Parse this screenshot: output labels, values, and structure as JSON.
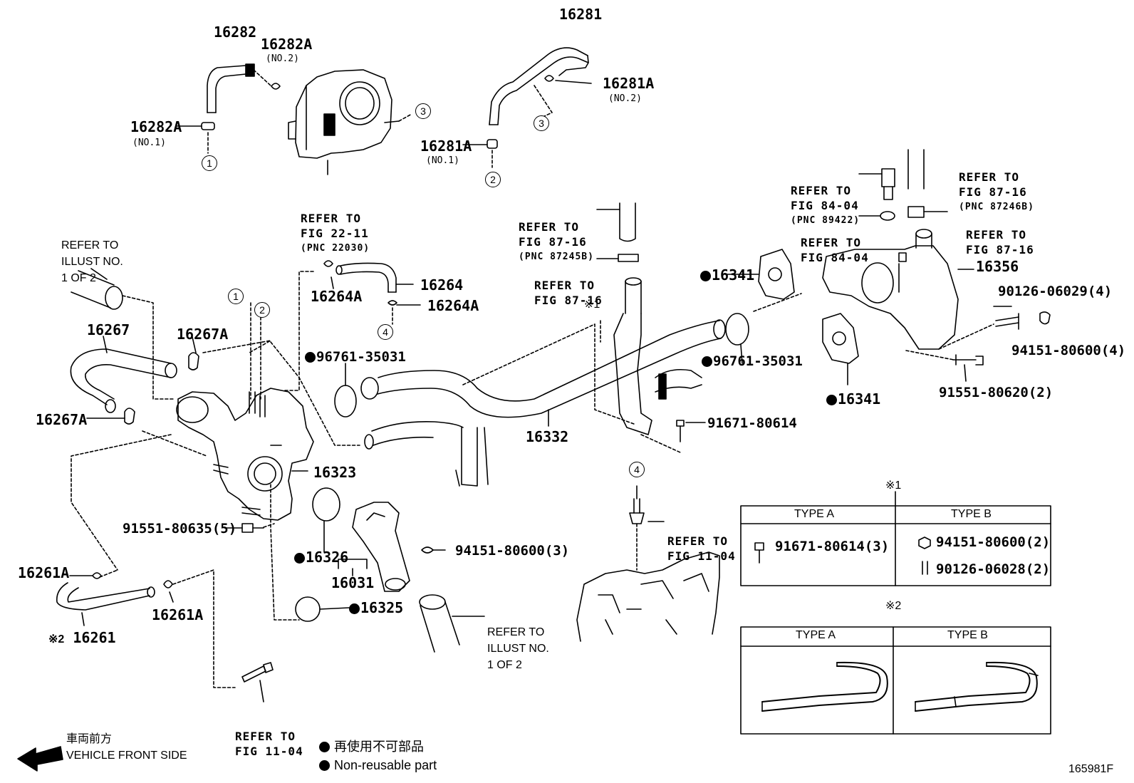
{
  "figure_id": "165981F",
  "legend": {
    "front_side_jp": "車両前方",
    "front_side_en": "VEHICLE FRONT SIDE",
    "non_reusable_jp": "再使用不可部品",
    "non_reusable_en": "Non-reusable part"
  },
  "parts": {
    "p16282": "16282",
    "p16282A_top": "16282A",
    "p16282A_top_sub": "(NO.2)",
    "p16282A_left": "16282A",
    "p16282A_left_sub": "(NO.1)",
    "p16281": "16281",
    "p16281A_right": "16281A",
    "p16281A_right_sub": "(NO.2)",
    "p16281A_left": "16281A",
    "p16281A_left_sub": "(NO.1)",
    "p16264": "16264",
    "p16264A_a": "16264A",
    "p16264A_b": "16264A",
    "p16267": "16267",
    "p16267A_a": "16267A",
    "p16267A_b": "16267A",
    "p96761_a": "96761-35031",
    "p96761_b": "96761-35031",
    "p16341_a": "16341",
    "p16341_b": "16341",
    "p16356": "16356",
    "p90126_06029": "90126-06029(4)",
    "p94151_80600_4": "94151-80600(4)",
    "p91551_80620": "91551-80620(2)",
    "p91671_80614": "91671-80614",
    "p16332": "16332",
    "p16323": "16323",
    "p91551_80635": "91551-80635(5)",
    "p94151_80600_3": "94151-80600(3)",
    "p16326": "16326",
    "p16031": "16031",
    "p16325": "16325",
    "p16261A_a": "16261A",
    "p16261A_b": "16261A",
    "p16261": "16261",
    "p16261_mark": "※2"
  },
  "refs": {
    "r22_11": [
      "REFER TO",
      "FIG 22-11",
      "(PNC 22030)"
    ],
    "r87_16_b": [
      "REFER TO",
      "FIG 87-16",
      "(PNC 87245B)"
    ],
    "r87_16_c": [
      "REFER TO",
      "FIG 87-16"
    ],
    "r84_04_a": [
      "REFER TO",
      "FIG 84-04",
      "(PNC 89422)"
    ],
    "r84_04_b": [
      "REFER TO",
      "FIG 84-04"
    ],
    "r87_16_d": [
      "REFER TO",
      "FIG 87-16",
      "(PNC 87246B)"
    ],
    "r87_16_e": [
      "REFER TO",
      "FIG 87-16"
    ],
    "r11_04_a": [
      "REFER TO",
      "FIG 11-04"
    ],
    "r11_04_b": [
      "REFER TO",
      "FIG 11-04"
    ],
    "illust_a": [
      "REFER TO",
      "ILLUST NO.",
      "1 OF 2"
    ],
    "illust_b": [
      "REFER TO",
      "ILLUST NO.",
      "1 OF 2"
    ]
  },
  "callouts": {
    "c1": "1",
    "c2": "2",
    "c3": "3",
    "c4": "4"
  },
  "mark1": "※1",
  "table1": {
    "mark": "※1",
    "col_a": "TYPE A",
    "col_b": "TYPE B",
    "a_item": "91671-80614(3)",
    "b_item1": "94151-80600(2)",
    "b_item2": "90126-06028(2)"
  },
  "table2": {
    "mark": "※2",
    "col_a": "TYPE A",
    "col_b": "TYPE B"
  }
}
